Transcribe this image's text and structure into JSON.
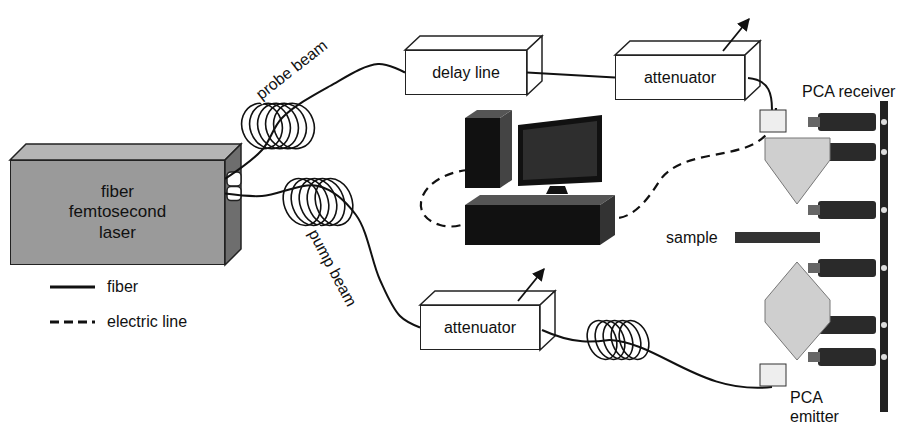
{
  "diagram": {
    "nodes": [
      {
        "text": [
          "fiber femtosecond laser"
        ]
      },
      {
        "text": [
          "delay line"
        ]
      },
      {
        "text": [
          "attenuator"
        ]
      },
      {
        "text": [
          "attenuator"
        ]
      }
    ],
    "edges": [
      {
        "from": 0,
        "to": 1,
        "label": "probe beam",
        "arrow": "none"
      },
      {
        "from": 1,
        "to": 2,
        "arrow": "none"
      },
      {
        "from": 0,
        "to": 3,
        "label": "pump beam",
        "arrow": "none"
      }
    ],
    "labels": [
      "PCA receiver",
      "sample",
      "PCA emitter"
    ],
    "legend": [
      {
        "text": "fiber"
      },
      {
        "text": "electric line"
      }
    ]
  }
}
